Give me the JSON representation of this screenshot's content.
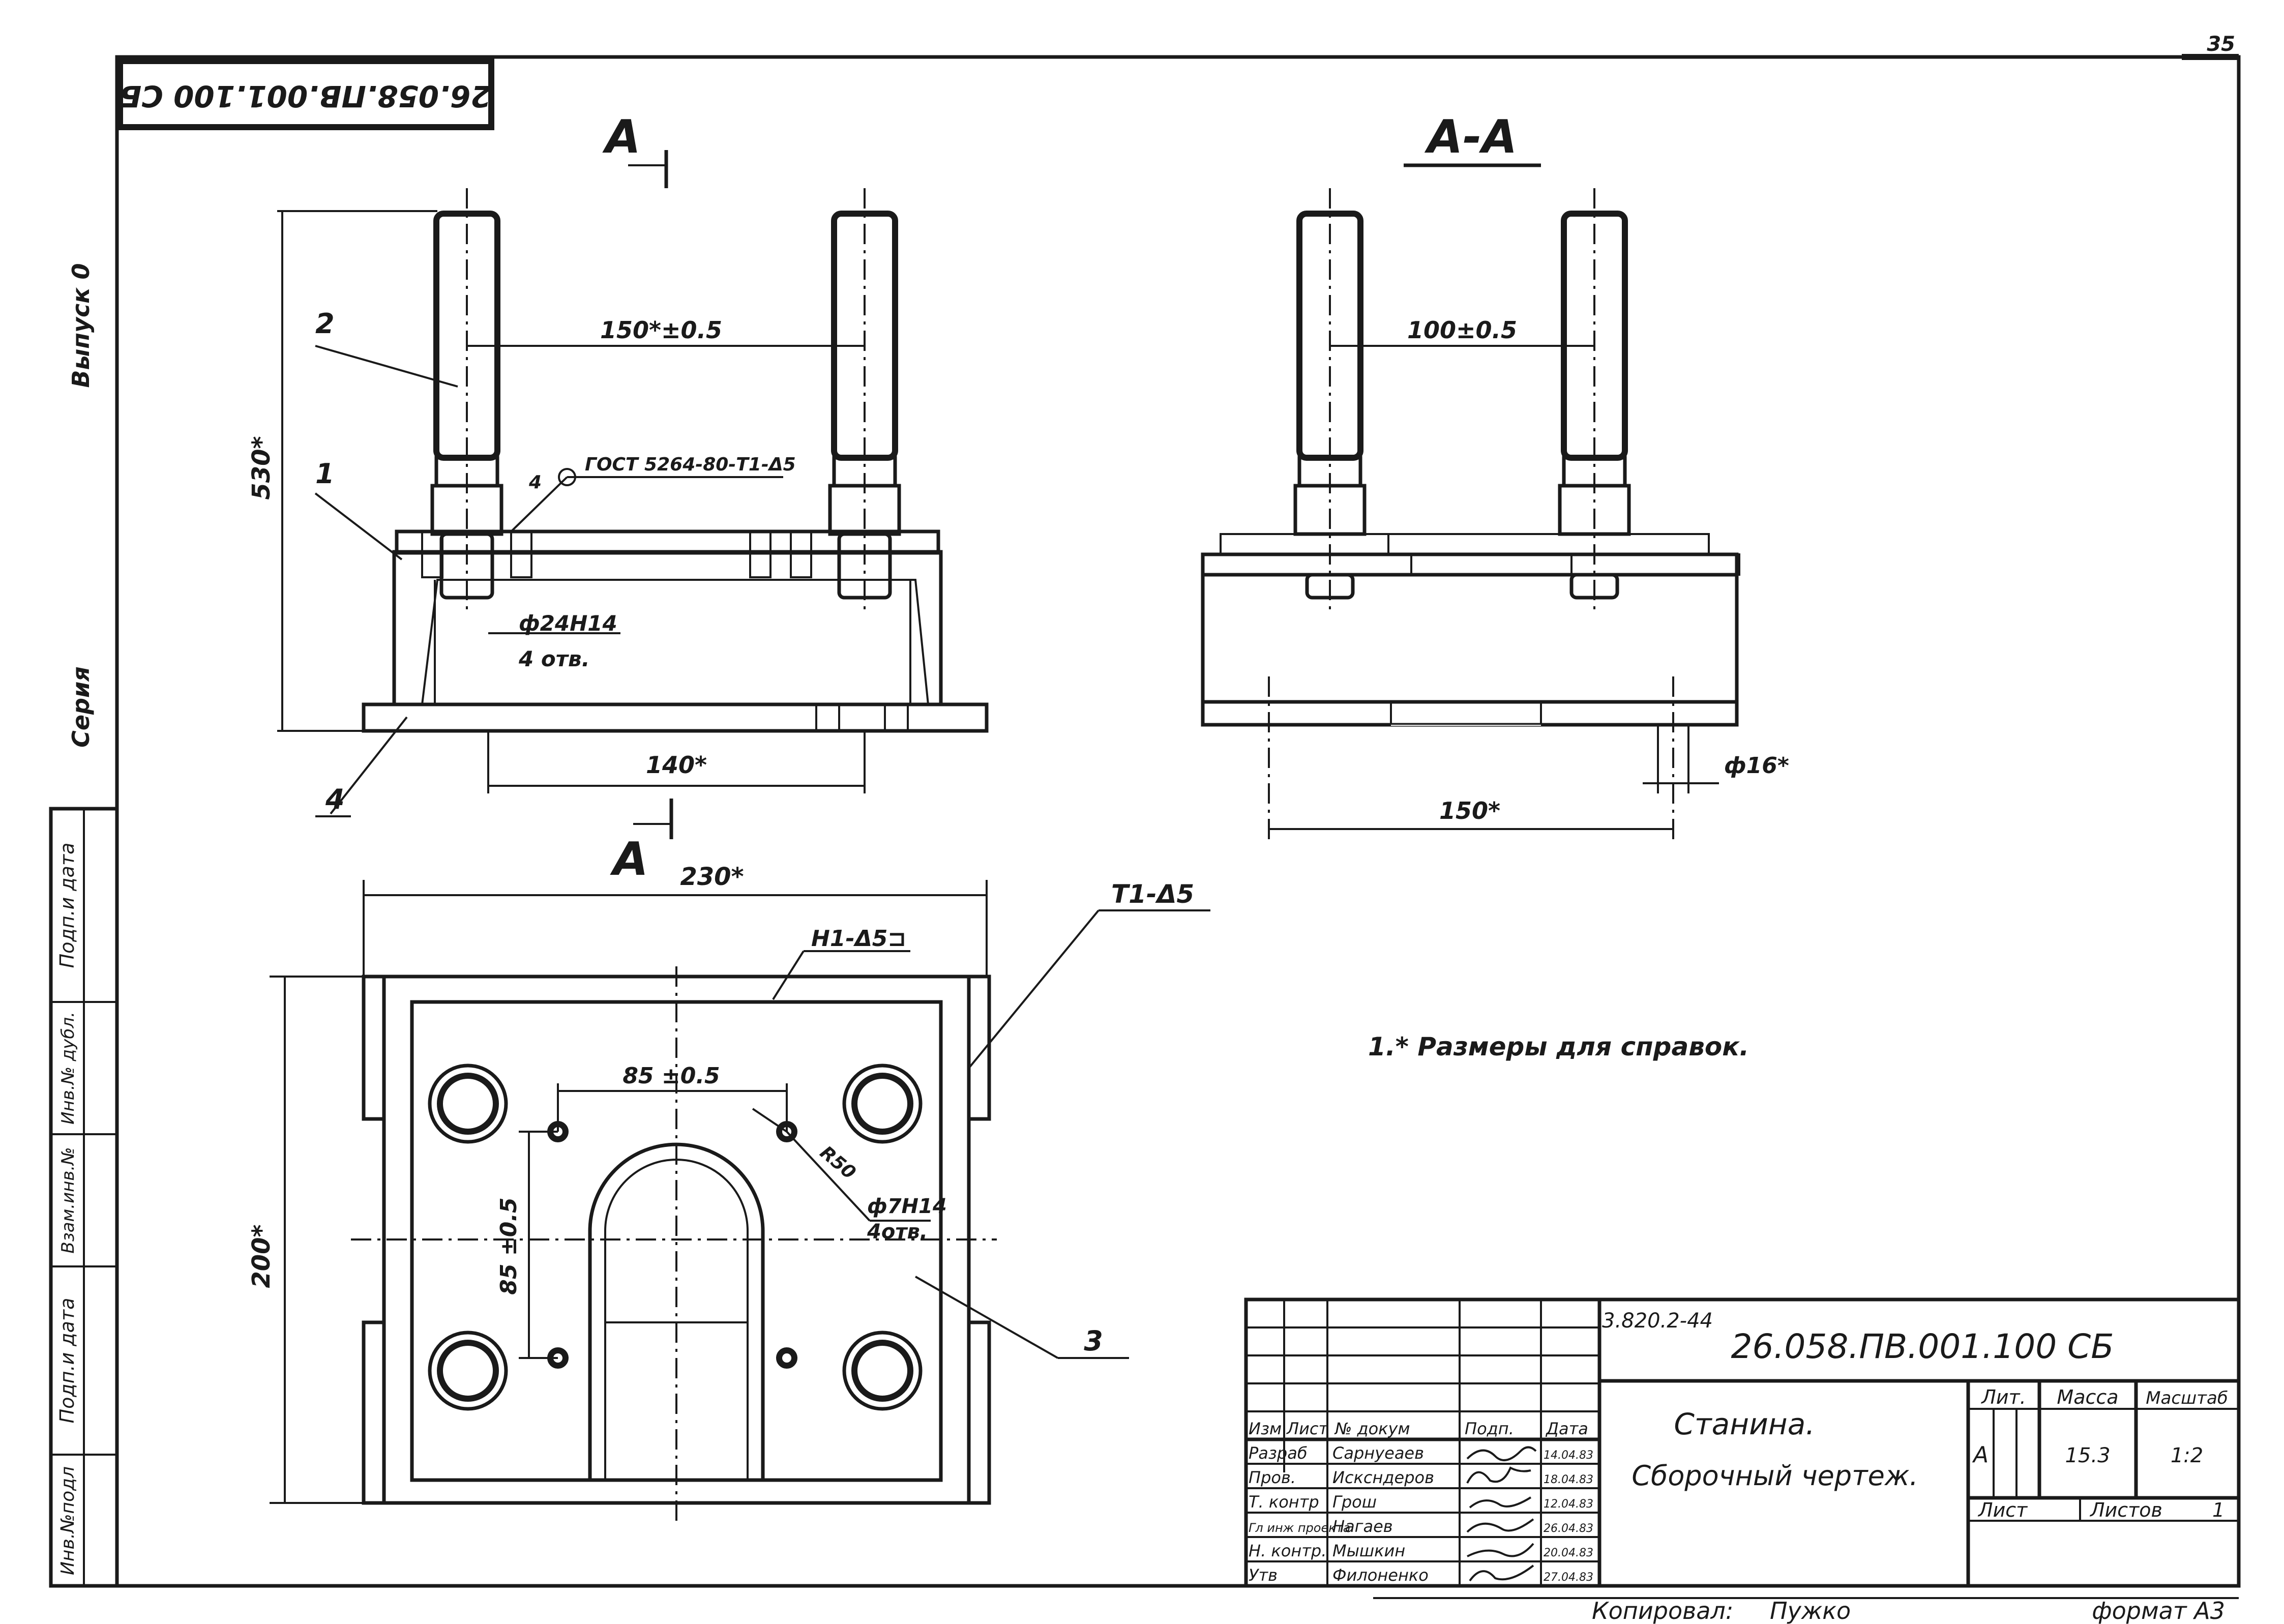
{
  "page_number": "35",
  "stamp_code_rotated": "26.058.ПВ.001.100 СБ",
  "margin_labels": {
    "issue": "Выпуск 0",
    "series": "Серия",
    "col_sign_date_1": "Подп.и дата",
    "col_dup": "Инв.№ дубл.",
    "col_replace": "Взам.инв.№",
    "col_sign_date_2": "Подп.и дата",
    "col_orig": "Инв.№подл"
  },
  "views": {
    "front_label": "А",
    "section_label": "А-А",
    "bottom_label": "А"
  },
  "callouts": {
    "p1": "1",
    "p2": "2",
    "p3": "3",
    "p4": "4",
    "weld_top": "ГОСТ 5264-80-Т1-Δ5",
    "weld_top_leg": "4",
    "weld_right": "Т1-Δ5",
    "weld_h1": "Н1-Δ5⊐"
  },
  "dimensions": {
    "d530": "530*",
    "d150_front": "150*±0.5",
    "d140": "140*",
    "hole24": "ф24Н14",
    "hole24_count": "4 отв.",
    "d100": "100±0.5",
    "d150_section": "150*",
    "d16": "ф16*",
    "d230": "230*",
    "d200": "200*",
    "d85h": "85 ±0.5",
    "d85v": "85 ±0.5",
    "r50": "R50",
    "hole7": "ф7Н14",
    "hole7_count": "4отв."
  },
  "note": "1.* Размеры для справок.",
  "title_block": {
    "project_no": "3.820.2-44",
    "doc_code": "26.058.ПВ.001.100 СБ",
    "title_line1": "Станина.",
    "title_line2": "Сборочный чертеж.",
    "head_izm": "Изм",
    "head_list": "Лист",
    "head_doc": "№ докум",
    "head_sign": "Подп.",
    "head_date": "Дата",
    "rows": [
      {
        "role": "Разраб",
        "name": "Сарнуеаев",
        "date": "14.04.83"
      },
      {
        "role": "Пров.",
        "name": "Исксндеров",
        "date": "18.04.83"
      },
      {
        "role": "Т. контр",
        "name": "Грош",
        "date": "12.04.83"
      },
      {
        "role": "Гл инж проекта",
        "name": "Нагаев",
        "date": "26.04.83"
      },
      {
        "role": "Н. контр.",
        "name": "Мышкин",
        "date": "20.04.83"
      },
      {
        "role": "Утв",
        "name": "Филоненко",
        "date": "27.04.83"
      }
    ],
    "lit_head": "Лит.",
    "mass_head": "Масса",
    "scale_head": "Масштаб",
    "lit_value": "А",
    "mass_value": "15.3",
    "scale_value": "1:2",
    "sheet_label": "Лист",
    "sheets_label": "Листов",
    "sheets_value": "1"
  },
  "footer": {
    "copied": "Копировал:",
    "copier": "Пужко",
    "format": "формат А3"
  }
}
